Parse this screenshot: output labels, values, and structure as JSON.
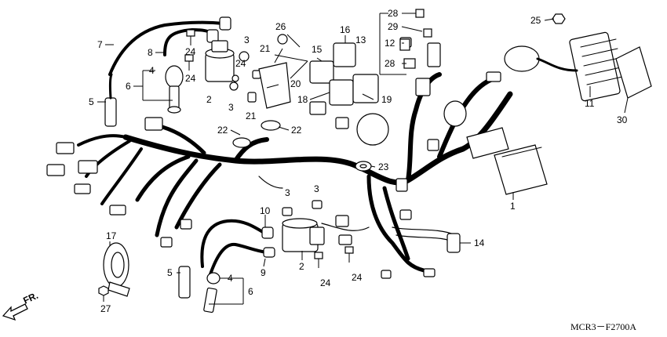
{
  "diagram": {
    "code": "MCR3－F2700A",
    "direction_label": "FR.",
    "callouts": [
      {
        "id": "c-28a",
        "text": "28"
      },
      {
        "id": "c-29",
        "text": "29"
      },
      {
        "id": "c-13",
        "text": "13"
      },
      {
        "id": "c-12",
        "text": "12"
      },
      {
        "id": "c-28b",
        "text": "28"
      },
      {
        "id": "c-25",
        "text": "25"
      },
      {
        "id": "c-7",
        "text": "7"
      },
      {
        "id": "c-8",
        "text": "8"
      },
      {
        "id": "c-4a",
        "text": "4"
      },
      {
        "id": "c-6a",
        "text": "6"
      },
      {
        "id": "c-5a",
        "text": "5"
      },
      {
        "id": "c-24a",
        "text": "24"
      },
      {
        "id": "c-24b",
        "text": "24"
      },
      {
        "id": "c-24c",
        "text": "24"
      },
      {
        "id": "c-2a",
        "text": "2"
      },
      {
        "id": "c-3a",
        "text": "3"
      },
      {
        "id": "c-3b",
        "text": "3"
      },
      {
        "id": "c-26",
        "text": "26"
      },
      {
        "id": "c-21a",
        "text": "21"
      },
      {
        "id": "c-21b",
        "text": "21"
      },
      {
        "id": "c-20",
        "text": "20"
      },
      {
        "id": "c-16",
        "text": "16"
      },
      {
        "id": "c-15",
        "text": "15"
      },
      {
        "id": "c-18",
        "text": "18"
      },
      {
        "id": "c-19",
        "text": "19"
      },
      {
        "id": "c-22a",
        "text": "22"
      },
      {
        "id": "c-22b",
        "text": "22"
      },
      {
        "id": "c-11",
        "text": "11"
      },
      {
        "id": "c-30",
        "text": "30"
      },
      {
        "id": "c-23",
        "text": "23"
      },
      {
        "id": "c-1",
        "text": "1"
      },
      {
        "id": "c-3c",
        "text": "3"
      },
      {
        "id": "c-3d",
        "text": "3"
      },
      {
        "id": "c-10",
        "text": "10"
      },
      {
        "id": "c-9",
        "text": "9"
      },
      {
        "id": "c-2b",
        "text": "2"
      },
      {
        "id": "c-24d",
        "text": "24"
      },
      {
        "id": "c-24e",
        "text": "24"
      },
      {
        "id": "c-14",
        "text": "14"
      },
      {
        "id": "c-17",
        "text": "17"
      },
      {
        "id": "c-27",
        "text": "27"
      },
      {
        "id": "c-5b",
        "text": "5"
      },
      {
        "id": "c-4b",
        "text": "4"
      },
      {
        "id": "c-6b",
        "text": "6"
      }
    ]
  }
}
